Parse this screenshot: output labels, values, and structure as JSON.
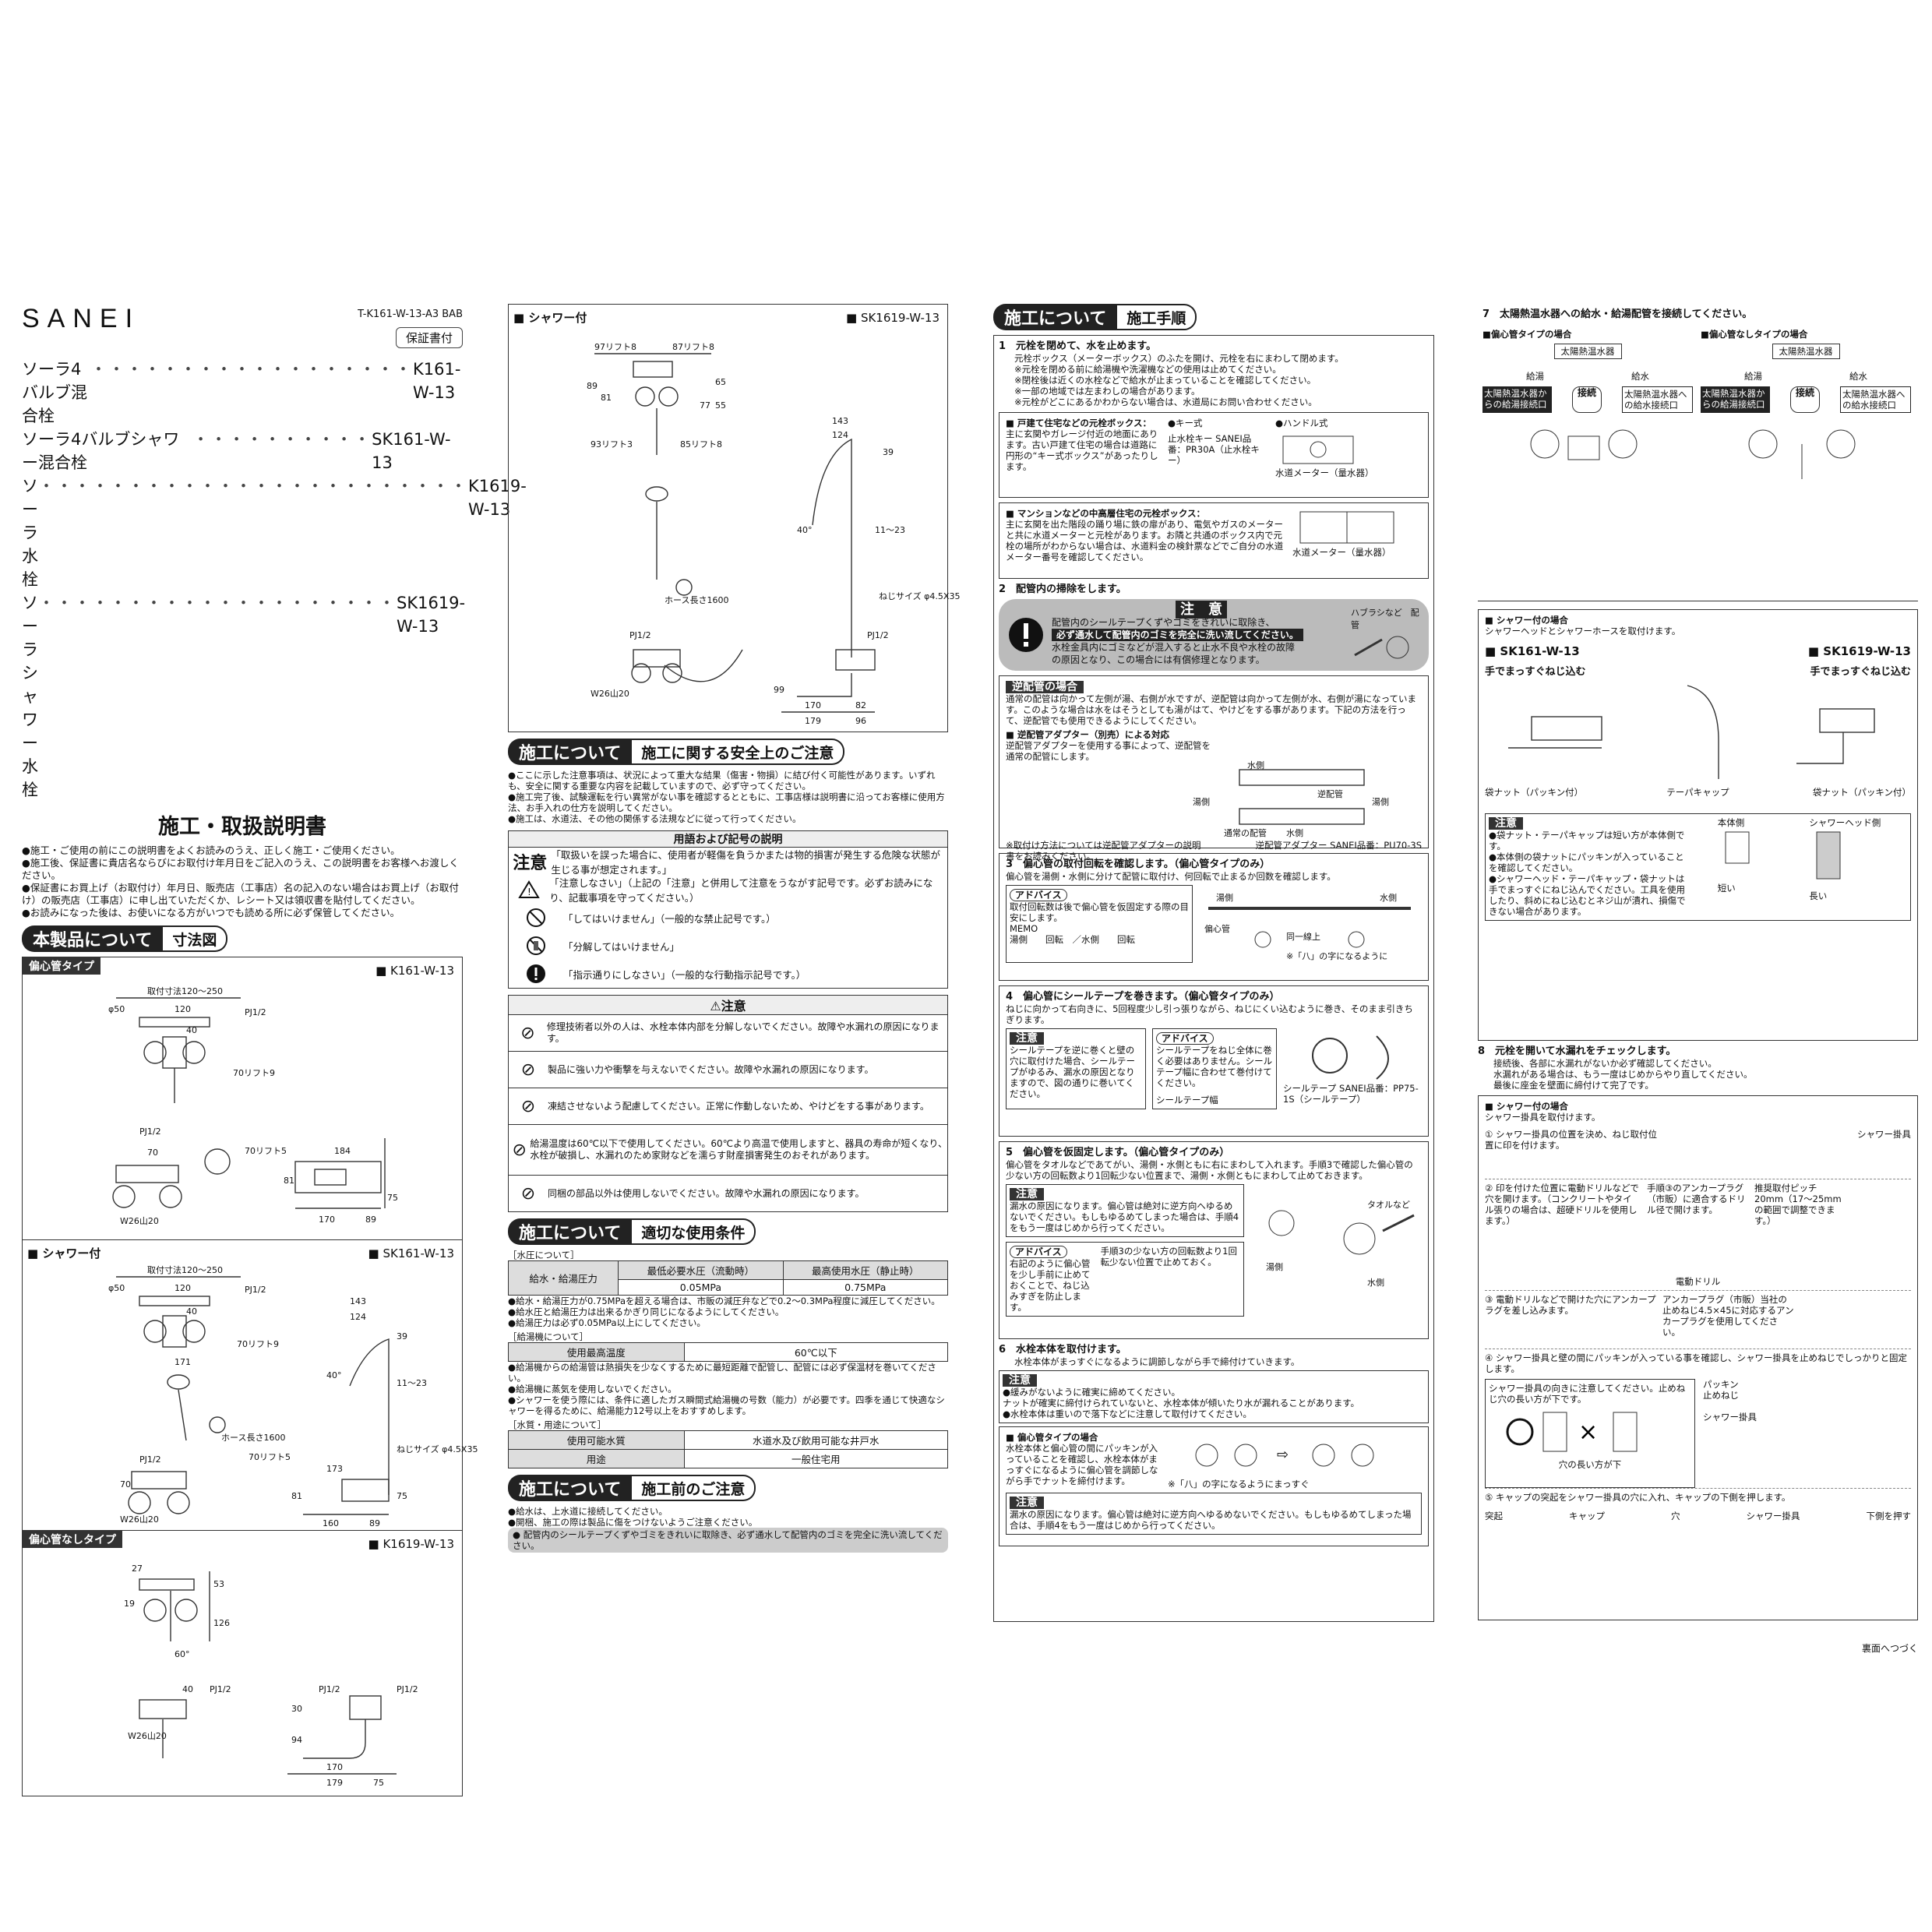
{
  "header": {
    "logo": "SANEI",
    "doc_code": "T-K161-W-13-A3 BAB",
    "warranty": "保証書付",
    "products": [
      {
        "name": "ソーラ4バルブ混合栓",
        "model": "K161-W-13"
      },
      {
        "name": "ソーラ4バルブシャワー混合栓",
        "model": "SK161-W-13"
      },
      {
        "name": "ソーラ水栓",
        "model": "K1619-W-13"
      },
      {
        "name": "ソーラシャワー水栓",
        "model": "SK1619-W-13"
      }
    ],
    "title": "施工・取扱説明書",
    "notes": [
      "●施工・ご使用の前にこの説明書をよくお読みのうえ、正しく施工・ご使用ください。",
      "●施工後、保証書に貴店名ならびにお取付け年月日をご記入のうえ、この説明書をお客様へお渡しください。",
      "●保証書にお買上げ（お取付け）年月日、販売店（工事店）名の記入のない場合はお買上げ（お取付け）の販売店（工事店）に申し出ていただくか、レシート又は領収書を貼付してください。",
      "●お読みになった後は、お使いになる方がいつでも読める所に必ず保管してください。"
    ]
  },
  "col1": {
    "banner": {
      "main": "本製品について",
      "sub": "寸法図"
    },
    "sec1": {
      "head": "偏心管タイプ",
      "model": "■ K161-W-13",
      "dims": [
        "取付寸法120～250",
        "φ50",
        "120",
        "40",
        "PJ1/2",
        "70リフト9",
        "PJ1/2",
        "70",
        "70リフト5",
        "W26山20",
        "184",
        "81",
        "75",
        "170",
        "89"
      ]
    },
    "sec2": {
      "head": "■ シャワー付",
      "model": "■ SK161-W-13",
      "dims": [
        "取付寸法120～250",
        "φ50",
        "120",
        "PJ1/2",
        "40",
        "70リフト9",
        "171",
        "143",
        "124",
        "39",
        "11～23",
        "40°",
        "ホース長さ1600",
        "PJ1/2",
        "70リフト5",
        "70",
        "W26山20",
        "173",
        "81",
        "75",
        "160",
        "89",
        "ねじサイズ φ4.5X35"
      ]
    },
    "sec3": {
      "head": "偏心管なしタイプ",
      "model": "■ K1619-W-13",
      "dims": [
        "27",
        "19",
        "53",
        "126",
        "60°",
        "40",
        "PJ1/2",
        "W26山20",
        "PJ1/2",
        "PJ1/2",
        "30",
        "94",
        "170",
        "179",
        "75"
      ]
    }
  },
  "col2": {
    "shower": {
      "head": "■ シャワー付",
      "model": "■ SK1619-W-13",
      "dims": [
        "97リフト8",
        "87リフト8",
        "89",
        "81",
        "65",
        "77",
        "55",
        "93リフト3",
        "85リフト8",
        "143",
        "124",
        "39",
        "40°",
        "11～23",
        "ホース長さ1600",
        "ねじサイズ φ4.5X35",
        "PJ1/2",
        "PJ1/2",
        "W26山20",
        "99",
        "170",
        "82",
        "179",
        "96"
      ]
    },
    "safety_banner": {
      "main": "施工について",
      "sub": "施工に関する安全上のご注意"
    },
    "safety_notes": [
      "●ここに示した注意事項は、状況によって重大な結果（傷害・物損）に結び付く可能性があります。いずれも、安全に関する重要な内容を記載していますので、必ず守ってください。",
      "●施工完了後、試験運転を行い異常がない事を確認するとともに、工事店様は説明書に沿ってお客様に使用方法、お手入れの仕方を説明してください。",
      "●施工は、水道法、その他の関係する法規などに従って行ってください。"
    ],
    "symbols": {
      "title": "用語および記号の説明",
      "rows": [
        {
          "sym": "注意",
          "text": "「取扱いを誤った場合に、使用者が軽傷を負うかまたは物的損害が発生する危険な状態が生じる事が想定されます。」"
        },
        {
          "sym": "triangle-icon",
          "text": "「注意しなさい」（上記の「注意」と併用して注意をうながす記号です。必ずお読みになり、記載事項を守ってください。）"
        },
        {
          "sym": "prohibit-icon",
          "text": "「してはいけません」（一般的な禁止記号です。）"
        },
        {
          "sym": "no-disassemble-icon",
          "text": "「分解してはいけません」"
        },
        {
          "sym": "mandatory-icon",
          "text": "「指示通りにしなさい」（一般的な行動指示記号です。）"
        }
      ]
    },
    "caution": {
      "title": "注意",
      "rows": [
        "修理技術者以外の人は、水栓本体内部を分解しないでください。故障や水漏れの原因になります。",
        "製品に強い力や衝撃を与えないでください。故障や水漏れの原因になります。",
        "凍結させないよう配慮してください。正常に作動しないため、やけどをする事があります。",
        "給湯温度は60℃以下で使用してください。60℃より高温で使用しますと、器具の寿命が短くなり、水栓が破損し、水漏れのため家財などを濡らす財産損害発生のおそれがあります。",
        "同梱の部品以外は使用しないでください。故障や水漏れの原因になります。"
      ]
    },
    "usage_banner": {
      "main": "施工について",
      "sub": "適切な使用条件"
    },
    "pressure": {
      "caption": "［水圧について］",
      "h1": "給水・給湯圧力",
      "h2": "最低必要水圧（流動時）",
      "h3": "最高使用水圧（静止時）",
      "v2": "0.05MPa",
      "v3": "0.75MPa",
      "notes": [
        "●給水・給湯圧力が0.75MPaを超える場合は、市販の減圧弁などで0.2～0.3MPa程度に減圧してください。",
        "●給水圧と給湯圧力は出来るかぎり同じになるようにしてください。",
        "●給湯圧力は必ず0.05MPa以上にしてください。"
      ]
    },
    "heater": {
      "caption": "［給湯機について］",
      "h1": "使用最高温度",
      "v1": "60℃以下",
      "notes": [
        "●給湯機からの給湯管は熱損失を少なくするために最短距離で配管し、配管には必ず保温材を巻いてください。",
        "●給湯機に蒸気を使用しないでください。",
        "●シャワーを使う際には、条件に適したガス瞬間式給湯機の号数（能力）が必要です。四季を通じて快適なシャワーを得るために、給湯能力12号以上をおすすめします。"
      ]
    },
    "water": {
      "caption": "［水質・用途について］",
      "h1": "使用可能水質",
      "v1": "水道水及び飲用可能な井戸水",
      "h2": "用途",
      "v2": "一般住宅用"
    },
    "pre_banner": {
      "main": "施工について",
      "sub": "施工前のご注意"
    },
    "pre_notes": [
      "●給水は、上水道に接続してください。",
      "●開梱、施工の際は製品に傷をつけないようご注意ください。",
      "● 配管内のシールテープくずやゴミをきれいに取除き、必ず通水して配管内のゴミを完全に洗い流してください。"
    ]
  },
  "col3": {
    "banner": {
      "main": "施工について",
      "sub": "施工手順"
    },
    "step1": {
      "title": "1　元栓を閉めて、水を止めます。",
      "lines": [
        "元栓ボックス（メーターボックス）のふたを開け、元栓を右にまわして閉めます。",
        "※元栓を閉める前に給湯機や洗濯機などの使用は止めてください。",
        "※閉栓後は近くの水栓などで給水が止まっていることを確認してください。",
        "※一部の地域では左まわしの場合があります。",
        "※元栓がどこにあるかわからない場合は、水道局にお問い合わせください。"
      ],
      "box1": {
        "title": "■ 戸建て住宅などの元栓ボックス：",
        "text": "主に玄関やガレージ付近の地面にあります。古い戸建て住宅の場合は道路に円形の“キー式ボックス”があったりします。",
        "k1": "●キー式",
        "k2": "●ハンドル式",
        "key": "止水栓キー SANEI品番：PR30A（止水栓キー）",
        "meter": "水道メーター（量水器）"
      },
      "box2": {
        "title": "■ マンションなどの中高層住宅の元栓ボックス：",
        "text": "主に玄関を出た階段の踊り場に鉄の扉があり、電気やガスのメーターと共に水道メーターと元栓があります。お隣と共通のボックス内で元栓の場所がわからない場合は、水道料金の検針票などでご自分の水道メーター番号を確認してください。",
        "meter": "水道メーター（量水器）"
      }
    },
    "step2": {
      "title": "2　配管内の掃除をします。",
      "caution_title": "注　意",
      "caution_lines": [
        "配管内のシールテープくずやゴミをきれいに取除き、",
        "必ず通水して配管内のゴミを完全に洗い流してください。",
        "水栓金具内にゴミなどが混入すると止水不良や水栓の故障",
        "の原因となり、この場合には有償修理となります。"
      ],
      "tools": [
        "ハブラシなど",
        "配管"
      ],
      "rev_title": "逆配管の場合",
      "rev_text": "通常の配管は向かって左側が湯、右側が水ですが、逆配管は向かって左側が水、右側が湯になっています。このような場合は水をはそうとしても湯がはて、やけどをする事があります。下記の方法を行って、逆配管でも使用できるようにしてください。",
      "adapter_title": "■ 逆配管アダプター（別売）による対応",
      "adapter_text": "逆配管アダプターを使用する事によって、逆配管を通常の配管にします。",
      "adapter_note": "※取付け方法については逆配管アダプターの説明書をお読みください。",
      "labels": [
        "水側",
        "湯側",
        "逆配管",
        "湯側",
        "通常の配管",
        "水側",
        "逆配管アダプター SANEI品番：PU70-3S"
      ]
    },
    "step3": {
      "title": "3　偏心管の取付回転を確認します。（偏心管タイプのみ）",
      "text": "偏心管を湯側・水側に分けて配管に取付け、何回転で止まるか回数を確認します。",
      "advice": "アドバイス",
      "advice_text": "取付回転数は後で偏心管を仮固定する際の目安にします。",
      "memo": "MEMO",
      "memo_l": "湯側",
      "memo_r": "水側",
      "turn": "回転",
      "labels": [
        "湯側",
        "水側",
        "偏心管",
        "同一線上",
        "※「八」の字になるように"
      ]
    },
    "step4": {
      "title": "4　偏心管にシールテープを巻きます。（偏心管タイプのみ）",
      "text": "ねじに向かって右向きに、5回程度少し引っ張りながら、ねじにくい込むように巻き、そのまま引きちぎります。",
      "caution": "注意",
      "caution_text": "シールテープを逆に巻くと壁の穴に取付けた場合、シールテープがゆるみ、漏水の原因となりますので、図の通りに巻いてください。",
      "advice": "アドバイス",
      "advice_text": "シールテープをねじ全体に巻く必要はありません。シールテープ幅に合わせて巻付けてください。",
      "tape_w": "シールテープ幅",
      "tape": "シールテープ SANEI品番：PP75-1S（シールテープ）"
    },
    "step5": {
      "title": "5　偏心管を仮固定します。（偏心管タイプのみ）",
      "text": "偏心管をタオルなどであてがい、湯側・水側ともに右にまわして入れます。手順3で確認した偏心管の少ない方の回転数より1回転少ない位置まで、湯側・水側ともにまわして止めておきます。",
      "caution": "注意",
      "caution_text": "漏水の原因になります。偏心管は絶対に逆方向へゆるめないでください。もしもゆるめてしまった場合は、手順4をもう一度はじめから行ってください。",
      "advice": "アドバイス",
      "advice_text": "右記のように偏心管を少し手前に止めておくことで、ねじ込みすぎを防止します。",
      "side_note": "手順3の少ない方の回転数より1回転少ない位置で止めておく。",
      "labels": [
        "タオルなど",
        "湯側",
        "水側"
      ]
    },
    "step6": {
      "title": "6　水栓本体を取付けます。",
      "text": "水栓本体がまっすぐになるように調節しながら手で締付けていきます。",
      "caution": "注意",
      "caution_lines": [
        "●緩みがないように確実に締めてください。",
        "ナットが確実に締付けられていないと、水栓本体が傾いたり水が漏れることがあります。",
        "●水栓本体は重いので落下などに注意して取付けてください。"
      ],
      "box_title": "■ 偏心管タイプの場合",
      "box_text": "水栓本体と偏心管の間にパッキンが入っていることを確認し、水栓本体がまっすぐになるように偏心管を調節しながら手でナットを締付けます。",
      "box_label": "※「八」の字になるようにまっすぐ",
      "caution2": "注意",
      "caution2_text": "漏水の原因になります。偏心管は絶対に逆方向へゆるめないでください。もしもゆるめてしまった場合は、手順4をもう一度はじめから行ってください。"
    }
  },
  "col4": {
    "step7": {
      "title": "7　太陽熱温水器への給水・給湯配管を接続してください。",
      "left": {
        "head": "■偏心管タイプの場合",
        "heater": "太陽熱温水器",
        "hot": "給湯",
        "cold": "給水",
        "from": "太陽熱温水器からの給湯接続口",
        "to": "太陽熱温水器への給水接続口",
        "connect": "接続"
      },
      "right": {
        "head": "■偏心管なしタイプの場合",
        "heater": "太陽熱温水器",
        "hot": "給湯",
        "cold": "給水",
        "from": "太陽熱温水器からの給湯接続口",
        "to": "太陽熱温水器への給水接続口",
        "connect": "接続"
      }
    },
    "shower_box": {
      "title": "■ シャワー付の場合",
      "text": "シャワーヘッドとシャワーホースを取付けます。",
      "m1": "■ SK161-W-13",
      "m2": "■ SK1619-W-13",
      "hand": "手でまっすぐねじ込む",
      "parts": [
        "袋ナット（パッキン付）",
        "テーパキャップ",
        "袋ナット（パッキン付）"
      ],
      "caution": "注意",
      "caution_text": [
        "●袋ナット・テーパキャップは短い方が本体側です。",
        "●本体側の袋ナットにパッキンが入っていることを確認してください。",
        "●シャワーヘッド・テーパキャップ・袋ナットは手でまっすぐにねじ込んでください。工具を使用したり、斜めにねじ込むとネジ山が潰れ、損傷できない場合があります。"
      ],
      "body_side": "本体側",
      "head_side": "シャワーヘッド側",
      "short": "短い",
      "long": "長い"
    },
    "step8": {
      "title": "8　元栓を開いて水漏れをチェックします。",
      "lines": [
        "接続後、各部に水漏れがないか必ず確認してください。",
        "水漏れがある場合は、もう一度はじめからやり直してください。",
        "最後に座金を壁面に締付けて完了です。"
      ]
    },
    "shower2": {
      "title": "■ シャワー付の場合",
      "text": "シャワー掛具を取付けます。",
      "s1": "① シャワー掛具の位置を決め、ねじ取付位置に印を付けます。",
      "s1_label": "シャワー掛具",
      "s2": "② 印を付けた位置に電動ドリルなどで穴を開けます。（コンクリートやタイル張りの場合は、超硬ドリルを使用します。）",
      "s2_note": "手順③のアンカープラグ（市販）に適合するドリル径で開けます。",
      "s2_pitch": "推奨取付ピッチ 20mm（17～25mmの範囲で調整できます。）",
      "s2_drill": "電動ドリル",
      "s3": "③ 電動ドリルなどで開けた穴にアンカープラグを差し込みます。",
      "s3_note": "アンカープラグ（市販）当社の止めねじ4.5×45に対応するアンカープラグを使用してください。",
      "s4": "④ シャワー掛具と壁の間にパッキンが入っている事を確認し、シャワー掛具を止めねじでしっかりと固定します。",
      "s4_note": "シャワー掛具の向きに注意してください。止めねじ穴の長い方が下です。",
      "s4_hole": "穴の長い方が下",
      "s4_labels": [
        "パッキン",
        "止めねじ",
        "シャワー掛具"
      ],
      "s5": "⑤ キャップの突起をシャワー掛具の穴に入れ、キャップの下側を押します。",
      "s5_labels": [
        "突起",
        "キャップ",
        "穴",
        "シャワー掛具",
        "下側を押す"
      ]
    },
    "footer": "裏面へつづく"
  }
}
